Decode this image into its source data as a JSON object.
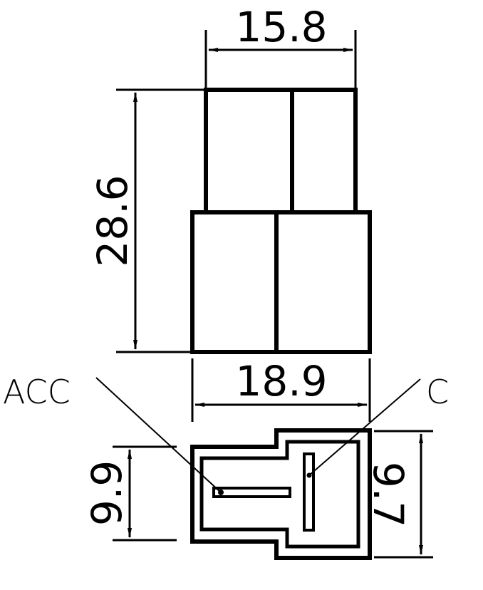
{
  "dimensions": {
    "top_width": "15.8",
    "height": "28.6",
    "bottom_width": "18.9",
    "left_depth": "9.9",
    "right_depth": "9.7"
  },
  "labels": {
    "acc": "ACC",
    "c": "C"
  },
  "colors": {
    "line": "#000000",
    "background": "#ffffff"
  }
}
